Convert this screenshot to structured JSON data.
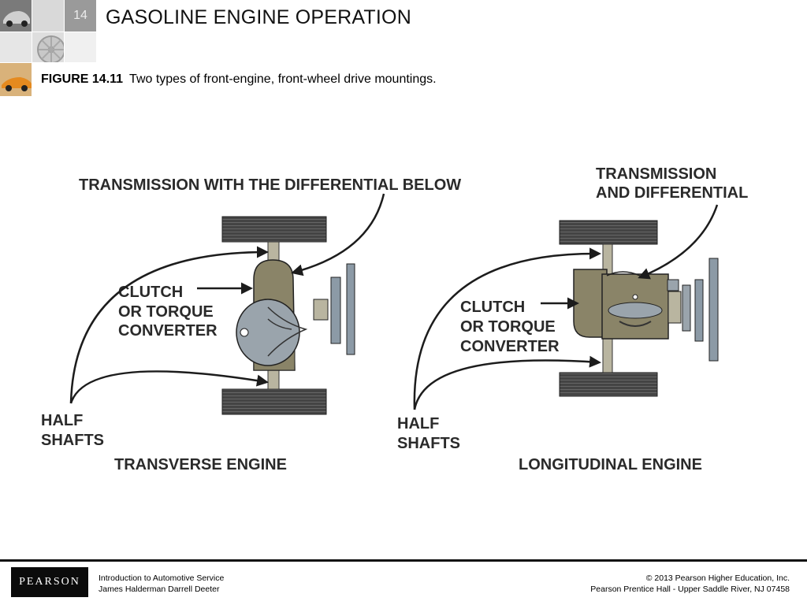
{
  "header": {
    "chapter_number": "14",
    "title": "GASOLINE ENGINE OPERATION"
  },
  "figure": {
    "label": "FIGURE 14.11",
    "caption": "Two types of front-engine, front-wheel drive mountings."
  },
  "diagram": {
    "left": {
      "top_label": "TRANSMISSION WITH THE DIFFERENTIAL BELOW",
      "clutch_label": [
        "CLUTCH",
        "OR TORQUE",
        "CONVERTER"
      ],
      "half_shafts_label": [
        "HALF",
        "SHAFTS"
      ],
      "name": "TRANSVERSE ENGINE"
    },
    "right": {
      "top_label": [
        "TRANSMISSION",
        "AND DIFFERENTIAL"
      ],
      "clutch_label": [
        "CLUTCH",
        "OR TORQUE",
        "CONVERTER"
      ],
      "half_shafts_label": [
        "HALF",
        "SHAFTS"
      ],
      "name": "LONGITUDINAL ENGINE"
    },
    "colors": {
      "housing": "#8a8468",
      "tire": "#3f3f3f",
      "shaft": "#b9b5a0",
      "bar": "#8c9aa6",
      "arrow": "#1c1c1c"
    }
  },
  "footer": {
    "logo": "PEARSON",
    "book_title": "Introduction to Automotive Service",
    "authors": "James Halderman  Darrell Deeter",
    "copyright": "© 2013  Pearson Higher Education, Inc.",
    "publisher": "Pearson Prentice Hall - Upper Saddle River, NJ 07458"
  }
}
